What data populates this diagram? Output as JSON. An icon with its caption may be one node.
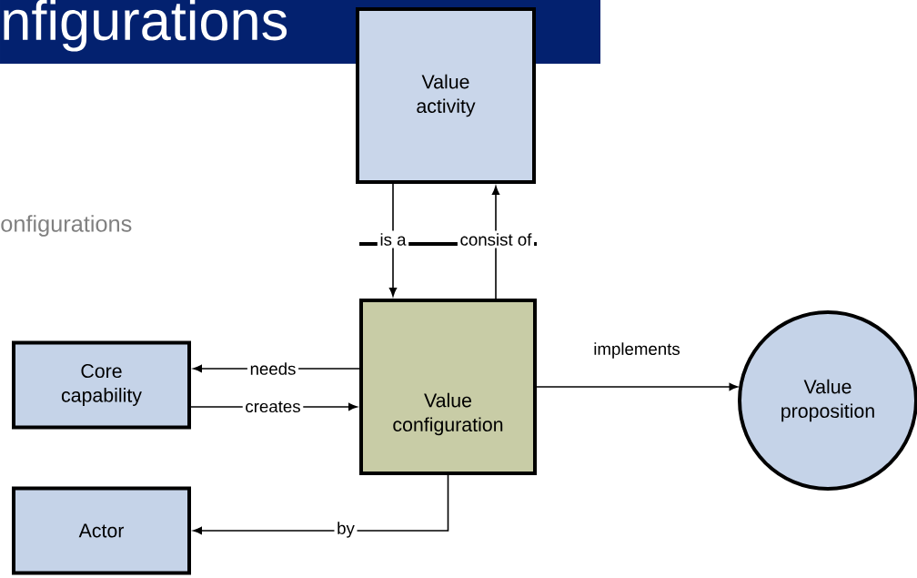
{
  "diagram": {
    "title": "nfigurations",
    "nodes": [
      {
        "text": [
          "Value activity"
        ]
      },
      {
        "text": [
          "Value configuration"
        ]
      },
      {
        "text": [
          "Core capability"
        ]
      },
      {
        "text": [
          "Value proposition"
        ]
      },
      {
        "text": [
          "Actor"
        ]
      }
    ],
    "edges": [
      {
        "from": 0,
        "to": 1,
        "arrow": "to",
        "label": "is a"
      },
      {
        "from": 1,
        "to": 0,
        "arrow": "to",
        "label": "consist of"
      },
      {
        "from": 1,
        "to": 2,
        "arrow": "to",
        "label": "needs"
      },
      {
        "from": 2,
        "to": 1,
        "arrow": "to",
        "label": "creates"
      },
      {
        "from": 1,
        "to": 3,
        "arrow": "to",
        "label": "implements"
      },
      {
        "from": 1,
        "to": 4,
        "arrow": "to",
        "label": "by"
      }
    ],
    "labels": [
      "onfigurations"
    ]
  }
}
